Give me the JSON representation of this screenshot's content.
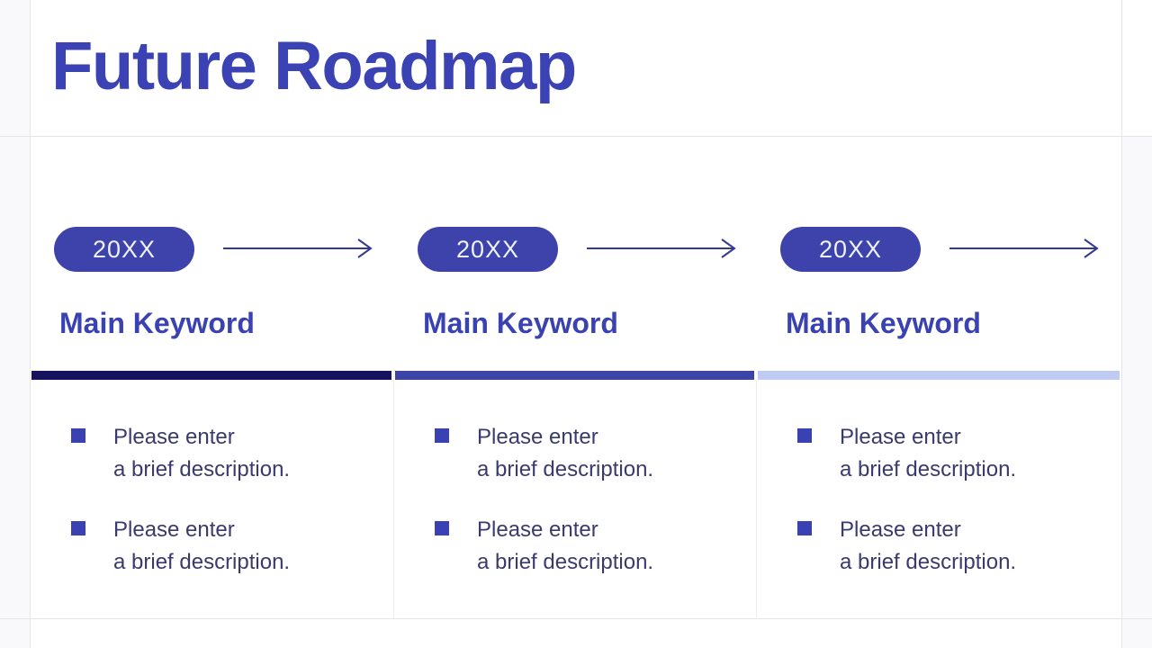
{
  "title": "Future Roadmap",
  "colors": {
    "accent_title": "#3B42B4",
    "pill_bg": "#3E42AB",
    "pill_text": "#EEF2FC",
    "arrow": "#333A94",
    "keyword_text": "#3A42B2",
    "bullet_marker": "#3A41B3",
    "body_text": "#3A3A6E",
    "grid_line": "#E6E6EA",
    "bar_colors": [
      "#16135E",
      "#3D44A8",
      "#BFCBF2"
    ]
  },
  "columns": [
    {
      "year": "20XX",
      "keyword": "Main Keyword",
      "bar_color": "#16135E",
      "bullets": [
        "Please enter\na brief description.",
        "Please enter\na brief description."
      ]
    },
    {
      "year": "20XX",
      "keyword": "Main Keyword",
      "bar_color": "#3D44A8",
      "bullets": [
        "Please enter\na brief description.",
        "Please enter\na brief description."
      ]
    },
    {
      "year": "20XX",
      "keyword": "Main Keyword",
      "bar_color": "#BFCBF2",
      "bullets": [
        "Please enter\na brief description.",
        "Please enter\na brief description."
      ]
    }
  ]
}
